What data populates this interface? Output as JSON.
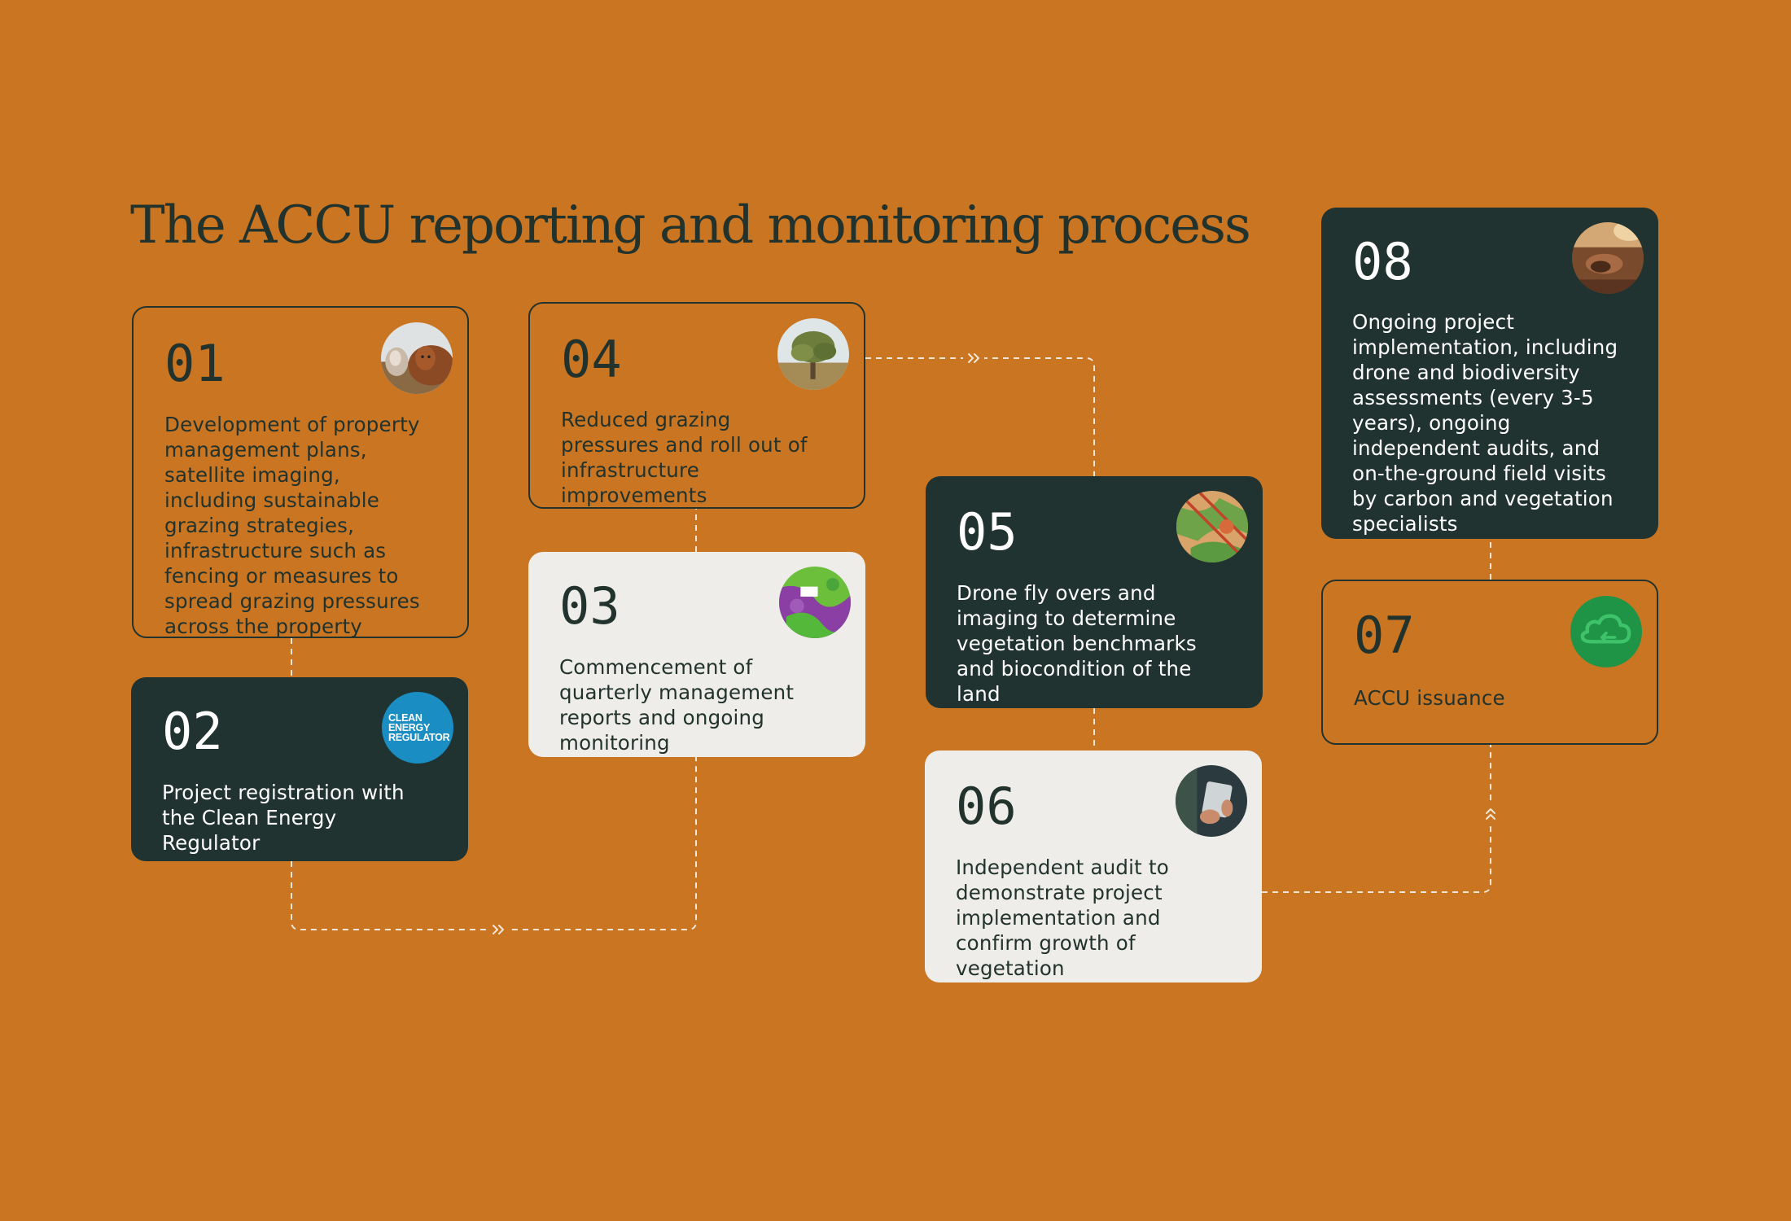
{
  "title": "The ACCU reporting and monitoring process",
  "colors": {
    "background": "#c97522",
    "dark": "#213330",
    "light": "#efedea",
    "connector": "#f4e6d6",
    "cer_blue": "#1a8ec3",
    "cloud_green": "#1f9447"
  },
  "steps": [
    {
      "number": "01",
      "text": "Development of property management plans, satellite imaging, including sustainable grazing strategies, infrastructure such as fencing or measures to spread grazing pressures across the property",
      "image": "cattle-photo"
    },
    {
      "number": "02",
      "text": "Project registration with the Clean Energy Regulator",
      "image": "clean-energy-regulator-logo",
      "logo_lines": [
        "CLEAN",
        "ENERGY",
        "REGULATOR"
      ]
    },
    {
      "number": "03",
      "text": "Commencement of quarterly management reports and ongoing monitoring",
      "image": "satellite-map-photo"
    },
    {
      "number": "04",
      "text": "Reduced grazing pressures and roll out of infrastructure improvements",
      "image": "tree-photo"
    },
    {
      "number": "05",
      "text": "Drone fly overs and imaging to determine vegetation benchmarks and biocondition of the land",
      "image": "drone-imaging-photo"
    },
    {
      "number": "06",
      "text": "Independent audit to demonstrate project implementation and confirm growth of vegetation",
      "image": "tablet-photo"
    },
    {
      "number": "07",
      "text": "ACCU issuance",
      "image": "cloud-icon"
    },
    {
      "number": "08",
      "text": "Ongoing project implementation, including drone and biodiversity assessments (every 3-5 years), ongoing independent audits, and on-the-ground field visits by carbon and vegetation specialists",
      "image": "soil-hands-photo"
    }
  ]
}
